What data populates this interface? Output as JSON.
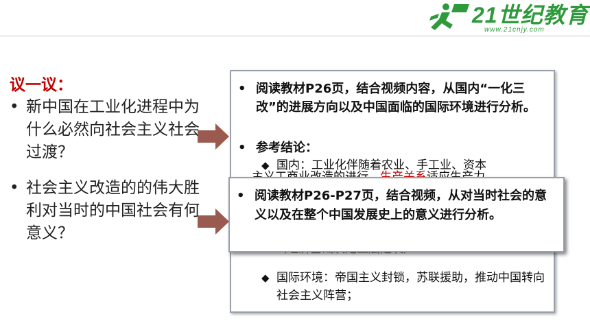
{
  "logo": {
    "brand": "21世纪教育",
    "url": "www.21cnjy.com",
    "color": "#2e9a3c"
  },
  "left": {
    "title": "议一议：",
    "questions": [
      {
        "bullet": "•",
        "text": "新中国在工业化进程中为什么必然向社会主义社会过渡？"
      },
      {
        "bullet": "•",
        "text": "社会主义改造的的伟大胜利对当时的中国社会有何意义？"
      }
    ]
  },
  "box1": {
    "item1": {
      "bullet": "•",
      "text": "阅读教材P26页，结合视频内容，从国内“一化三改”的进展方向以及中国面临的国际环境进行分析。"
    },
    "item2": {
      "bullet": "•",
      "text": "参考结论："
    },
    "sub1": {
      "bullet": "◆",
      "text": "国内：工业化伴随着农业、手工业、资本"
    },
    "sub1_partial": "主义工商业改造的进行，",
    "sub1_partial_red": "生产关系",
    "sub1_partial_end": "适应生产力",
    "sub2_hidden": "（经济基础决定上层建筑）",
    "sub3": {
      "bullet": "◆",
      "text": "国际环境：帝国主义封锁，苏联援助，推动中国转向社会主义阵营；"
    }
  },
  "box2": {
    "item": {
      "bullet": "•",
      "text": "阅读教材P26-P27页，结合视频，从对当时社会的意义以及在整个中国发展史上的意义进行分析。"
    }
  }
}
